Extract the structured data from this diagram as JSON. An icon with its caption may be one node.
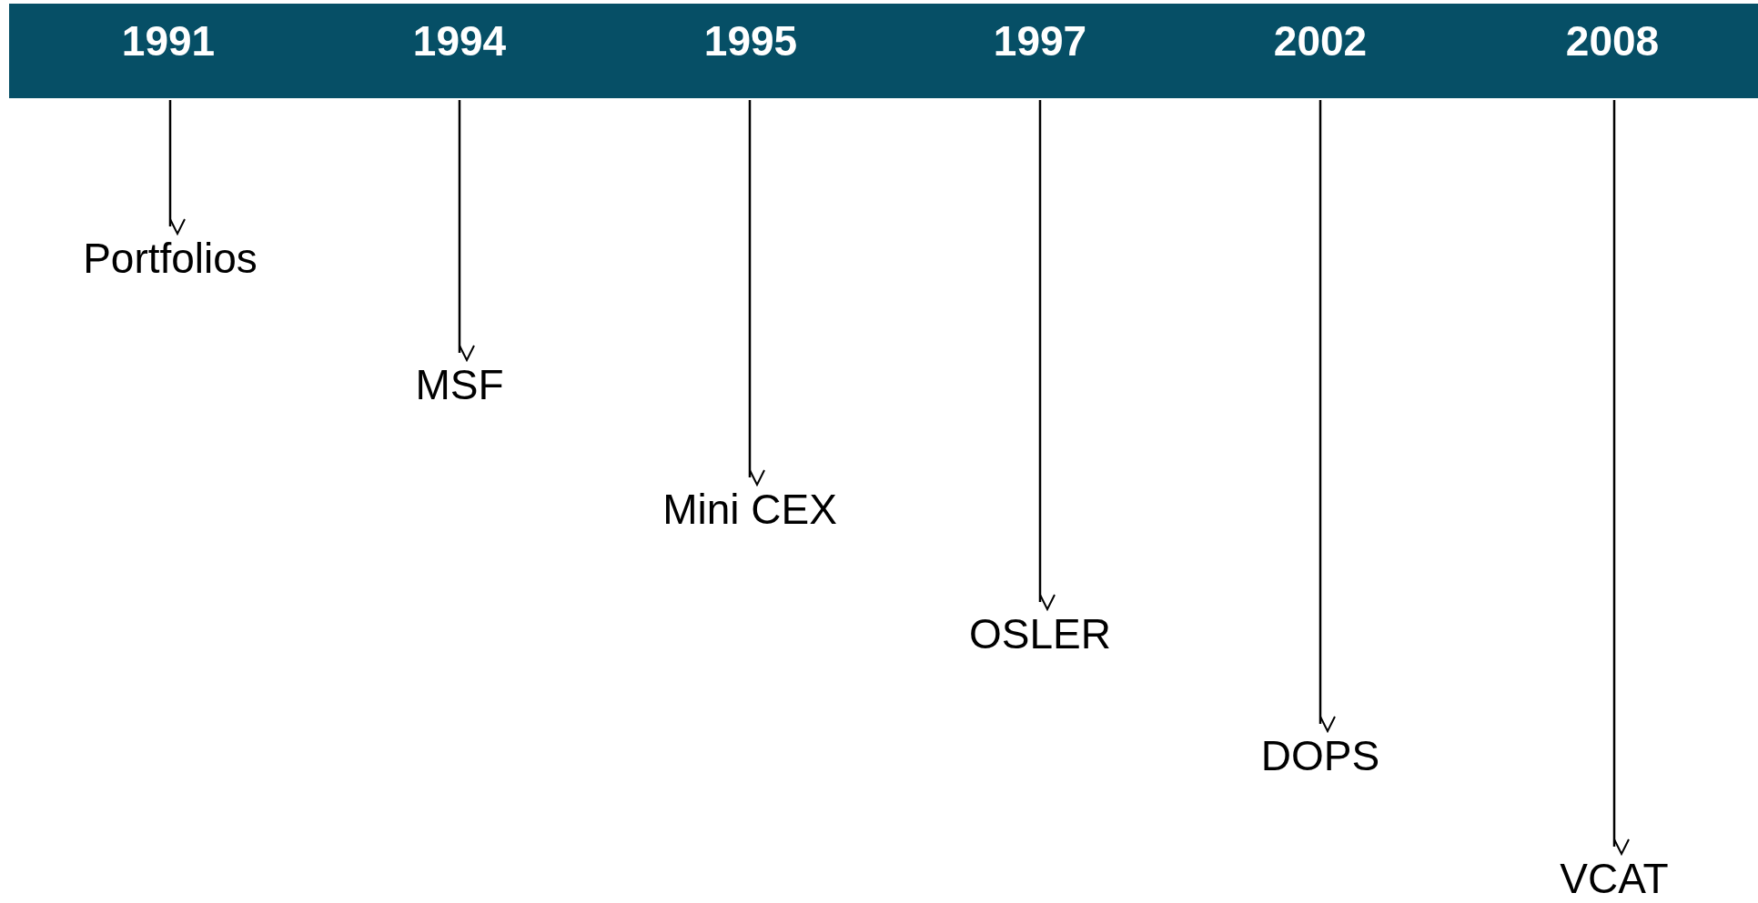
{
  "diagram": {
    "nodes": [
      {
        "text": [
          "1991"
        ]
      },
      {
        "text": [
          "1994"
        ]
      },
      {
        "text": [
          "1995"
        ]
      },
      {
        "text": [
          "1997"
        ]
      },
      {
        "text": [
          "2002"
        ]
      },
      {
        "text": [
          "2008"
        ]
      },
      {
        "text": [
          "Portfolios"
        ]
      },
      {
        "text": [
          "MSF"
        ]
      },
      {
        "text": [
          "Mini CEX"
        ]
      },
      {
        "text": [
          "OSLER"
        ]
      },
      {
        "text": [
          "DOPS"
        ]
      },
      {
        "text": [
          "VCAT"
        ]
      }
    ],
    "edges": [
      {
        "from": 0,
        "to": 6,
        "arrow": "to"
      },
      {
        "from": 1,
        "to": 7,
        "arrow": "to"
      },
      {
        "from": 2,
        "to": 8,
        "arrow": "to"
      },
      {
        "from": 3,
        "to": 9,
        "arrow": "to"
      },
      {
        "from": 4,
        "to": 10,
        "arrow": "to"
      },
      {
        "from": 5,
        "to": 11,
        "arrow": "to"
      }
    ]
  }
}
